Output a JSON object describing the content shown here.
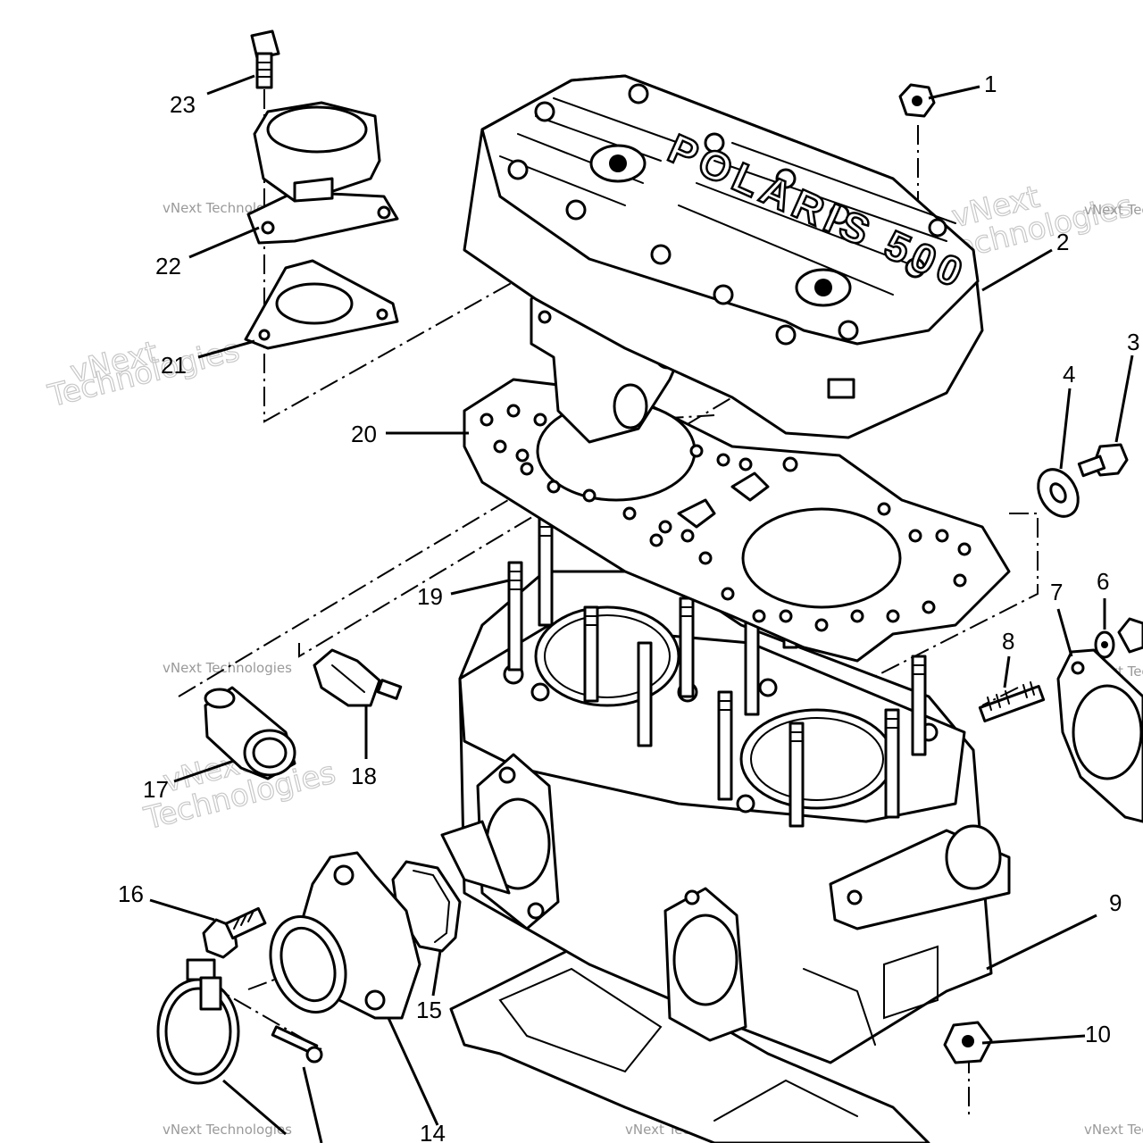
{
  "diagram": {
    "callouts": [
      {
        "id": "1",
        "label": "1"
      },
      {
        "id": "2",
        "label": "2"
      },
      {
        "id": "3",
        "label": "3"
      },
      {
        "id": "4",
        "label": "4"
      },
      {
        "id": "6",
        "label": "6"
      },
      {
        "id": "7",
        "label": "7"
      },
      {
        "id": "8",
        "label": "8"
      },
      {
        "id": "9",
        "label": "9"
      },
      {
        "id": "10",
        "label": "10"
      },
      {
        "id": "14",
        "label": "14"
      },
      {
        "id": "15",
        "label": "15"
      },
      {
        "id": "16",
        "label": "16"
      },
      {
        "id": "17",
        "label": "17"
      },
      {
        "id": "18",
        "label": "18"
      },
      {
        "id": "19",
        "label": "19"
      },
      {
        "id": "20",
        "label": "20"
      },
      {
        "id": "21",
        "label": "21"
      },
      {
        "id": "22",
        "label": "22"
      },
      {
        "id": "23",
        "label": "23"
      }
    ],
    "cover_lettering": "POLARIS 500",
    "watermark": {
      "line1": "vNext Technologies",
      "line2": "vNext Technologies"
    }
  }
}
